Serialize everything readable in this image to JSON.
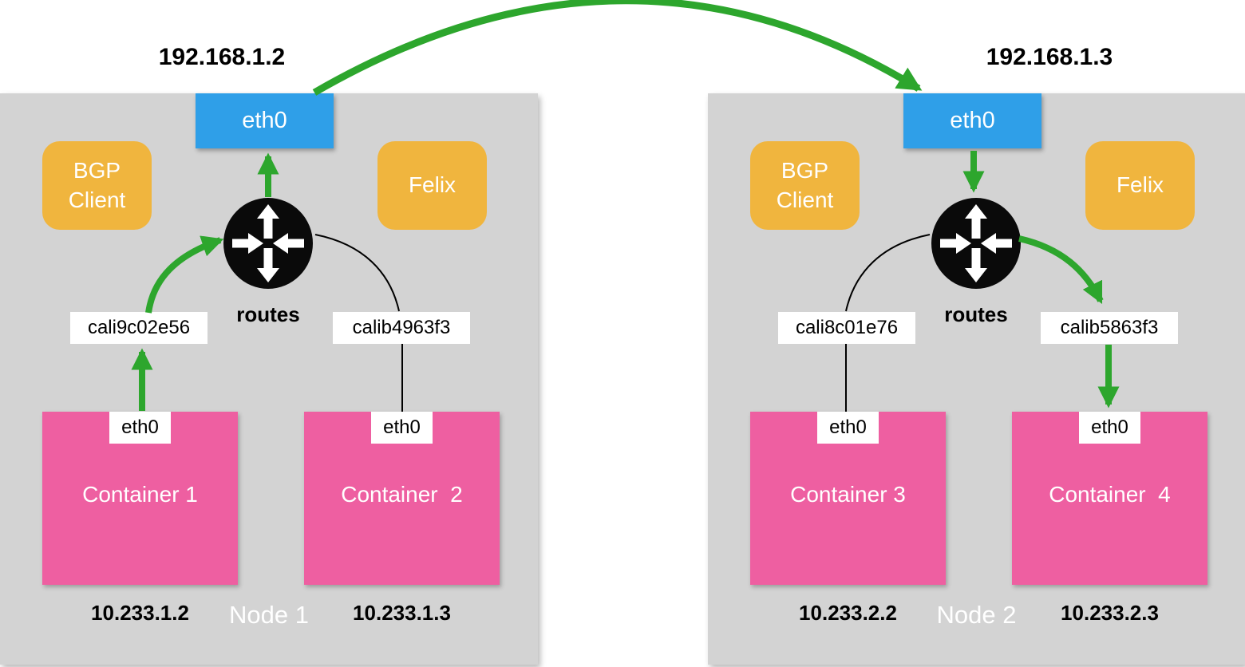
{
  "diagram": {
    "type": "calico-two-node-networking-diagram",
    "colors": {
      "node_bg": "#D3D3D3",
      "eth0_blue": "#2F9FE8",
      "service_orange": "#F0B53E",
      "container_pink": "#EE5FA1",
      "arrow_green": "#2DA62D",
      "line_black": "#000000",
      "label_white": "#FFFFFF",
      "text_black": "#000000"
    }
  },
  "nodes": [
    {
      "label": "Node 1",
      "host_ip": "192.168.1.2",
      "eth0_label": "eth0",
      "bgp_client_label": "BGP Client",
      "felix_label": "Felix",
      "routes_label": "routes",
      "router_icon": "router-icon",
      "veth_left": "cali9c02e56",
      "veth_right": "calib4963f3",
      "containers": [
        {
          "label": "Container 1",
          "eth0_label": "eth0",
          "ip": "10.233.1.2"
        },
        {
          "label": "Container  2",
          "eth0_label": "eth0",
          "ip": "10.233.1.3"
        }
      ]
    },
    {
      "label": "Node 2",
      "host_ip": "192.168.1.3",
      "eth0_label": "eth0",
      "bgp_client_label": "BGP Client",
      "felix_label": "Felix",
      "routes_label": "routes",
      "router_icon": "router-icon",
      "veth_left": "cali8c01e76",
      "veth_right": "calib5863f3",
      "containers": [
        {
          "label": "Container 3",
          "eth0_label": "eth0",
          "ip": "10.233.2.2"
        },
        {
          "label": "Container  4",
          "eth0_label": "eth0",
          "ip": "10.233.2.3"
        }
      ]
    }
  ]
}
